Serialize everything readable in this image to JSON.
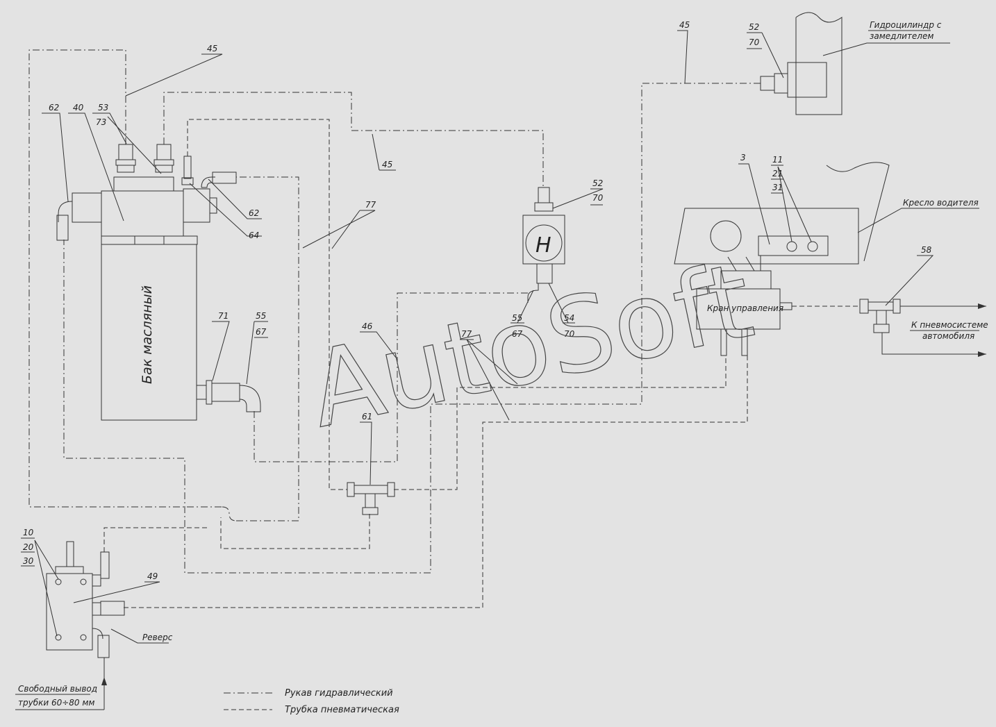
{
  "labels": {
    "tank": "Бак масляный",
    "cylinder_line1": "Гидроцилиндр с",
    "cylinder_line2": "замедлителем",
    "seat": "Кресло водителя",
    "valve": "Кран управления",
    "to_air_line1": "К пневмосистеме",
    "to_air_line2": "автомобиля",
    "reverse": "Реверс",
    "free_out_line1": "Свободный вывод",
    "free_out_line2": "трубки 60÷80 мм",
    "pump_letter": "H"
  },
  "legend": {
    "hydraulic": "Рукав гидравлический",
    "pneumatic": "Трубка пневматическая"
  },
  "watermark": "AutoSoft",
  "callouts": {
    "c45_top": "45",
    "c62_left": "62",
    "c40": "40",
    "c53": "53",
    "c73": "73",
    "c45_mid": "45",
    "c62_right": "62",
    "c64": "64",
    "c77_top": "77",
    "c52_pump": "52",
    "c70_pump": "70",
    "c71": "71",
    "c55_tank": "55",
    "c67_tank": "67",
    "c46": "46",
    "c77_mid": "77",
    "c55_pump": "55",
    "c67_pump": "67",
    "c54": "54",
    "c70_54": "70",
    "c61": "61",
    "c45_right": "45",
    "c52_cyl": "52",
    "c70_cyl": "70",
    "c3": "3",
    "c11": "11",
    "c21": "21",
    "c31": "31",
    "c58": "58",
    "c10": "10",
    "c20": "20",
    "c30": "30",
    "c49": "49"
  }
}
